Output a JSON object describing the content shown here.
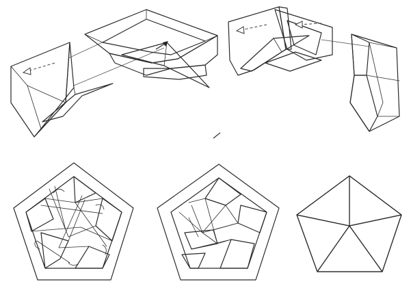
{
  "colors": {
    "green": "#7fc5a2",
    "light": "#ececec",
    "paper": "#ffffff",
    "outline": "#2a2a2a"
  },
  "steps": [
    {
      "id": "step-a",
      "description_icon": "assembly-step-left"
    },
    {
      "id": "step-b",
      "description_icon": "assembly-step-right"
    },
    {
      "id": "step-c",
      "description_icon": "pentagon-complex"
    },
    {
      "id": "step-d",
      "description_icon": "pentagon-folded"
    },
    {
      "id": "step-e",
      "description_icon": "pentagon-final"
    }
  ]
}
